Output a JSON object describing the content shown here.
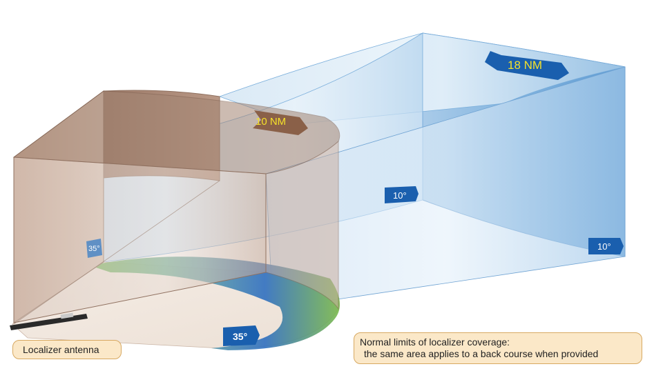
{
  "flags": {
    "nm_10": "10 NM",
    "nm_18": "18 NM",
    "deg_10_near": "10°",
    "deg_10_far": "10°",
    "deg_35_vertical": "35°",
    "deg_35_ground": "35°"
  },
  "callouts": {
    "antenna": "Localizer antenna",
    "note_line1": "Normal limits of localizer coverage:",
    "note_line2": "the same area applies to a back course when provided"
  },
  "colors": {
    "brown_sector": "#c4a48e",
    "blue_sector": "#6ea8d8",
    "ground_arc_green": "#6db54a",
    "flag_blue": "#1a5fae",
    "flag_brown": "#8a6048",
    "flag_text_yellow": "#f5e12a",
    "callout_fill": "#fbe8c8"
  }
}
